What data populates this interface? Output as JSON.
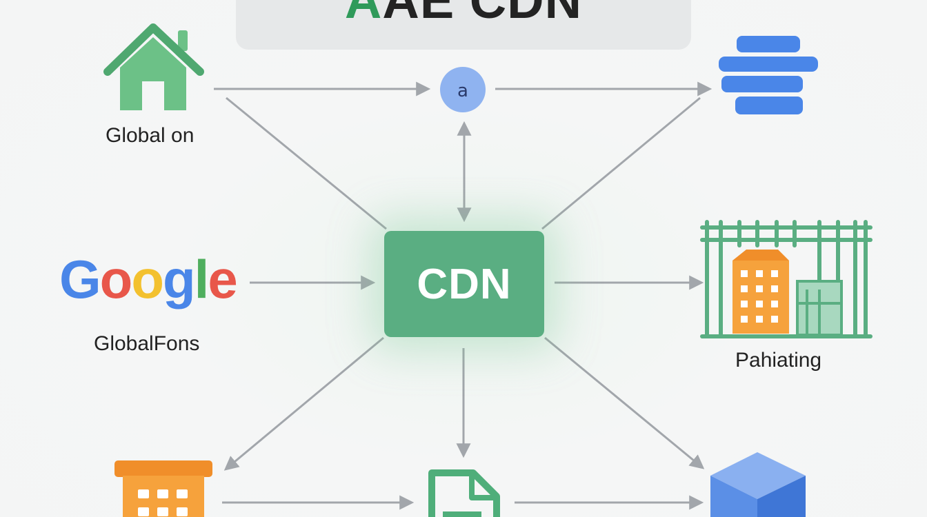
{
  "title": {
    "accent": "A",
    "rest": "AE CDN"
  },
  "center": {
    "label": "CDN"
  },
  "nodes": {
    "home": {
      "label": "Global on",
      "icon": "house-icon"
    },
    "top_small": {
      "label": "a",
      "icon": "small-circle-icon"
    },
    "top_right": {
      "icon": "stacked-bars-icon"
    },
    "google": {
      "logo_text": [
        "G",
        "o",
        "o",
        "g",
        "l",
        "e"
      ],
      "label": "GlobalFons"
    },
    "right_building": {
      "label": "Pahiating",
      "icon": "scaffold-building-icon"
    },
    "bottom_left": {
      "icon": "building-icon"
    },
    "bottom_mid": {
      "icon": "document-icon"
    },
    "bottom_right": {
      "icon": "cube-icon"
    }
  },
  "colors": {
    "cdn_box": "#5aae82",
    "arrow": "#a2a6ab",
    "home_green": "#6cc187",
    "blue": "#4a86e8",
    "orange": "#f6a23c",
    "title_accent": "#2f9a5a"
  }
}
